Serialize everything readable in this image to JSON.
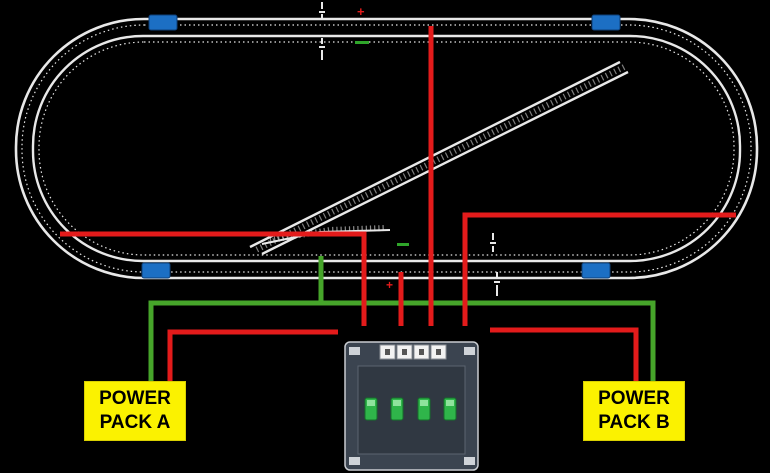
{
  "power_packs": {
    "a": {
      "line1": "POWER",
      "line2": "PACK A"
    },
    "b": {
      "line1": "POWER",
      "line2": "PACK B"
    }
  },
  "polarity": {
    "plus": "+",
    "minus": "−"
  },
  "colors": {
    "background": "#000000",
    "track": "#e8e8e8",
    "red_wire": "#e31b1b",
    "green_wire": "#46a52a",
    "insulator": "#1c6fc4",
    "label_bg": "#fbf200",
    "controller_body": "#3b4450",
    "toggle": "#2fb54a"
  },
  "controller": {
    "toggle_count": 4,
    "terminal_count": 4
  }
}
